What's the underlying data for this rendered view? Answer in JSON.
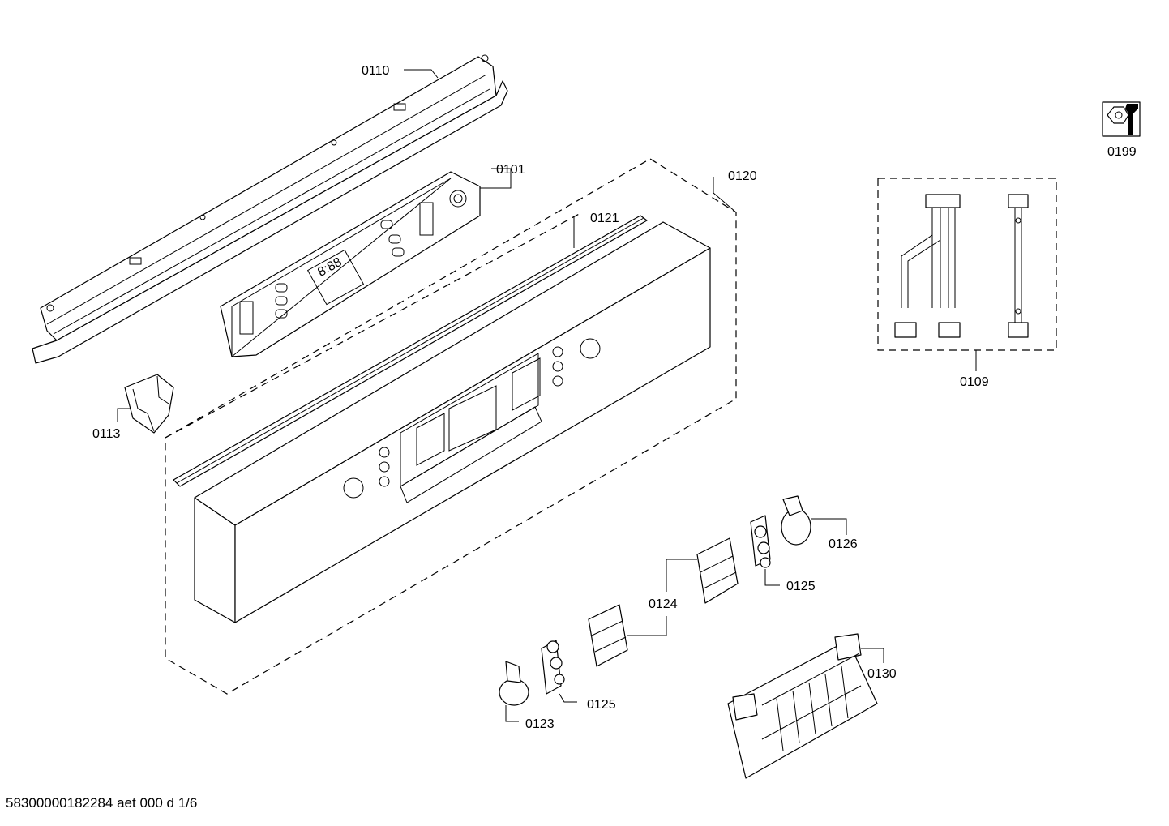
{
  "parts": {
    "p0110": "0110",
    "p0101": "0101",
    "p0120": "0120",
    "p0121": "0121",
    "p0113": "0113",
    "p0109": "0109",
    "p0199": "0199",
    "p0126": "0126",
    "p0125a": "0125",
    "p0124": "0124",
    "p0125b": "0125",
    "p0123": "0123",
    "p0130": "0130"
  },
  "display_digits": "8:88",
  "footer": "58300000182284 aet 000 d 1/6",
  "icons": {
    "service_kit": "nut-wrench-icon"
  }
}
